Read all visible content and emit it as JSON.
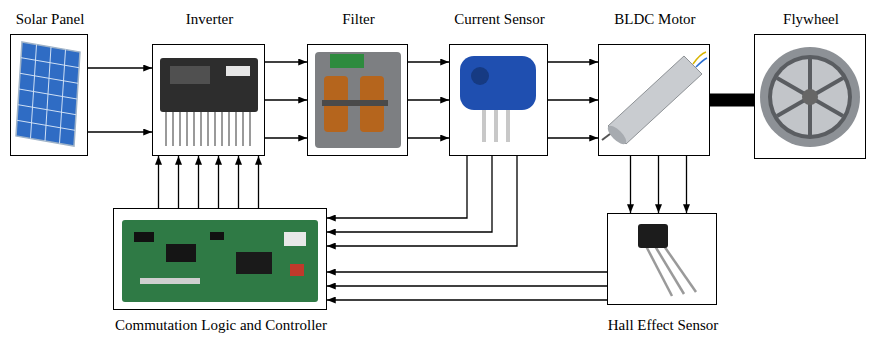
{
  "diagram": {
    "nodes": [
      {
        "text": [
          "Solar Panel"
        ]
      },
      {
        "text": [
          "Inverter"
        ]
      },
      {
        "text": [
          "Filter"
        ]
      },
      {
        "text": [
          "Current Sensor"
        ]
      },
      {
        "text": [
          "BLDC Motor"
        ]
      },
      {
        "text": [
          "Flywheel"
        ]
      },
      {
        "text": [
          "Commutation Logic and Controller"
        ]
      },
      {
        "text": [
          "Hall Effect Sensor"
        ]
      }
    ],
    "edges": [
      {
        "from": 0,
        "to": 1,
        "arrow": "to"
      },
      {
        "from": 0,
        "to": 1,
        "arrow": "to"
      },
      {
        "from": 1,
        "to": 2,
        "arrow": "to"
      },
      {
        "from": 1,
        "to": 2,
        "arrow": "to"
      },
      {
        "from": 1,
        "to": 2,
        "arrow": "to"
      },
      {
        "from": 2,
        "to": 3,
        "arrow": "to"
      },
      {
        "from": 2,
        "to": 3,
        "arrow": "to"
      },
      {
        "from": 2,
        "to": 3,
        "arrow": "to"
      },
      {
        "from": 3,
        "to": 4,
        "arrow": "to"
      },
      {
        "from": 3,
        "to": 4,
        "arrow": "to"
      },
      {
        "from": 3,
        "to": 4,
        "arrow": "to"
      },
      {
        "from": 4,
        "to": 5,
        "arrow": "none"
      },
      {
        "from": 4,
        "to": 7,
        "arrow": "to"
      },
      {
        "from": 4,
        "to": 7,
        "arrow": "to"
      },
      {
        "from": 4,
        "to": 7,
        "arrow": "to"
      },
      {
        "from": 3,
        "to": 6,
        "arrow": "to"
      },
      {
        "from": 3,
        "to": 6,
        "arrow": "to"
      },
      {
        "from": 3,
        "to": 6,
        "arrow": "to"
      },
      {
        "from": 7,
        "to": 6,
        "arrow": "to"
      },
      {
        "from": 7,
        "to": 6,
        "arrow": "to"
      },
      {
        "from": 7,
        "to": 6,
        "arrow": "to"
      },
      {
        "from": 6,
        "to": 1,
        "arrow": "to"
      },
      {
        "from": 6,
        "to": 1,
        "arrow": "to"
      },
      {
        "from": 6,
        "to": 1,
        "arrow": "to"
      },
      {
        "from": 6,
        "to": 1,
        "arrow": "to"
      },
      {
        "from": 6,
        "to": 1,
        "arrow": "to"
      },
      {
        "from": 6,
        "to": 1,
        "arrow": "to"
      }
    ]
  }
}
